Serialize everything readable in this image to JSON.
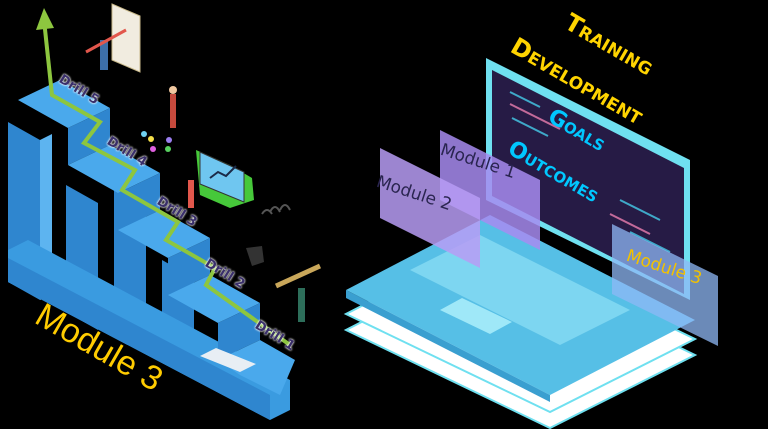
{
  "left_illustration": {
    "module_label": "Module 3",
    "drills": [
      {
        "label": "Drill 5"
      },
      {
        "label": "Drill 4"
      },
      {
        "label": "Drill 3"
      },
      {
        "label": "Drill 2"
      },
      {
        "label": "Drill 1"
      }
    ],
    "colors": {
      "path": "#8dc63f",
      "blocks": "#3a9be0",
      "module_text": "#ffcc00",
      "drill_text": "#3a2f6b"
    }
  },
  "right_illustration": {
    "title_line1": "Training",
    "title_line2": "Development",
    "screen_line1": "Goals",
    "screen_line2": "Outcomes",
    "cards": [
      {
        "label": "Module 1"
      },
      {
        "label": "Module 2"
      },
      {
        "label": "Module 3"
      }
    ],
    "colors": {
      "title": "#ffd400",
      "screen_text": "#00c8ff",
      "laptop": "#5cc8ec",
      "screen_bg": "#2a1f4a",
      "card": "#a78bf0"
    }
  }
}
